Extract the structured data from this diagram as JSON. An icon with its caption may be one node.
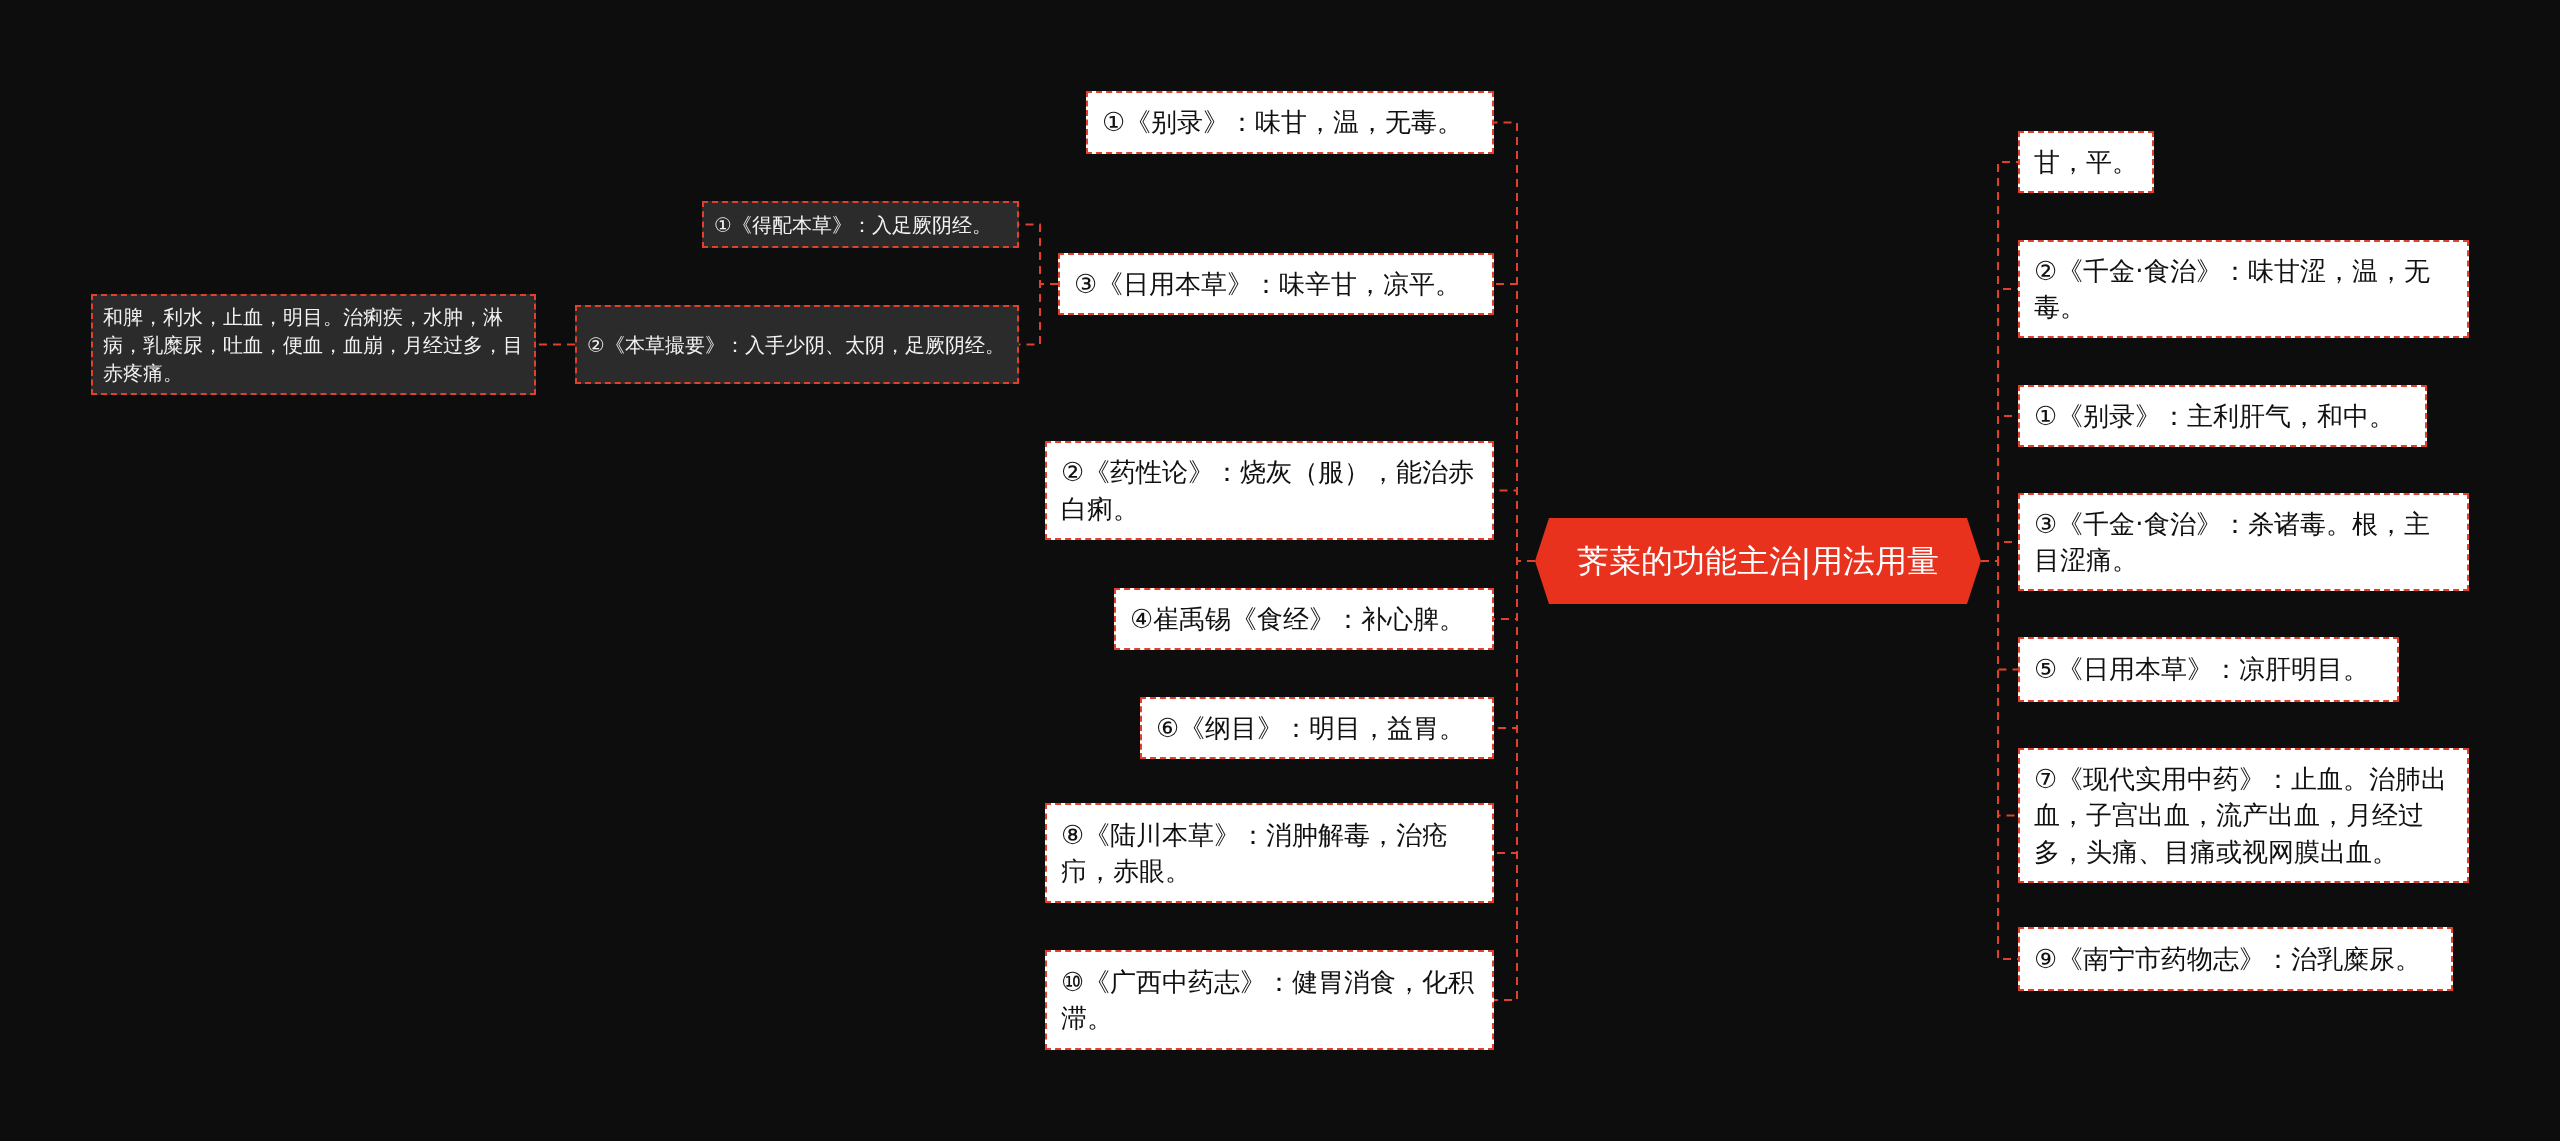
{
  "diagram": {
    "nodes": [
      {
        "text": [
          "荠菜的功能主治|用法用量"
        ]
      },
      {
        "text": [
          "甘，平。"
        ]
      },
      {
        "text": [
          "②《千金·食治》：味甘涩，温，无毒。"
        ]
      },
      {
        "text": [
          "①《别录》：主利肝气，和中。"
        ]
      },
      {
        "text": [
          "③《千金·食治》：杀诸毒。根，主目涩痛。"
        ]
      },
      {
        "text": [
          "⑤《日用本草》：凉肝明目。"
        ]
      },
      {
        "text": [
          "⑦《现代实用中药》：止血。治肺出血，子宫出血，流产出血，月经过多，头痛、目痛或视网膜出血。"
        ]
      },
      {
        "text": [
          "⑨《南宁市药物志》：治乳糜尿。"
        ]
      },
      {
        "text": [
          "①《别录》：味甘，温，无毒。"
        ]
      },
      {
        "text": [
          "③《日用本草》：味辛甘，凉平。"
        ]
      },
      {
        "text": [
          "①《得配本草》：入足厥阴经。"
        ]
      },
      {
        "text": [
          "②《本草撮要》：入手少阴、太阴，足厥阴经。"
        ]
      },
      {
        "text": [
          "和脾，利水，止血，明目。治痢疾，水肿，淋病，乳糜尿，吐血，便血，血崩，月经过多，目赤疼痛。"
        ]
      },
      {
        "text": [
          "②《药性论》：烧灰（服），能治赤白痢。"
        ]
      },
      {
        "text": [
          "④崔禹锡《食经》：补心脾。"
        ]
      },
      {
        "text": [
          "⑥《纲目》：明目，益胃。"
        ]
      },
      {
        "text": [
          "⑧《陆川本草》：消肿解毒，治疮疖，赤眼。"
        ]
      },
      {
        "text": [
          "⑩《广西中药志》：健胃消食，化积滞。"
        ]
      }
    ],
    "edges": [
      {
        "from": 0,
        "to": 1,
        "arrow": "none",
        "style": "dashed"
      },
      {
        "from": 0,
        "to": 2,
        "arrow": "none",
        "style": "dashed"
      },
      {
        "from": 0,
        "to": 3,
        "arrow": "none",
        "style": "dashed"
      },
      {
        "from": 0,
        "to": 4,
        "arrow": "none",
        "style": "dashed"
      },
      {
        "from": 0,
        "to": 5,
        "arrow": "none",
        "style": "dashed"
      },
      {
        "from": 0,
        "to": 6,
        "arrow": "none",
        "style": "dashed"
      },
      {
        "from": 0,
        "to": 7,
        "arrow": "none",
        "style": "dashed"
      },
      {
        "from": 0,
        "to": 8,
        "arrow": "none",
        "style": "dashed"
      },
      {
        "from": 0,
        "to": 9,
        "arrow": "none",
        "style": "dashed"
      },
      {
        "from": 9,
        "to": 10,
        "arrow": "none",
        "style": "dashed"
      },
      {
        "from": 9,
        "to": 11,
        "arrow": "none",
        "style": "dashed"
      },
      {
        "from": 11,
        "to": 12,
        "arrow": "none",
        "style": "dashed"
      },
      {
        "from": 0,
        "to": 13,
        "arrow": "none",
        "style": "dashed"
      },
      {
        "from": 0,
        "to": 14,
        "arrow": "none",
        "style": "dashed"
      },
      {
        "from": 0,
        "to": 15,
        "arrow": "none",
        "style": "dashed"
      },
      {
        "from": 0,
        "to": 16,
        "arrow": "none",
        "style": "dashed"
      },
      {
        "from": 0,
        "to": 17,
        "arrow": "none",
        "style": "dashed"
      }
    ]
  }
}
